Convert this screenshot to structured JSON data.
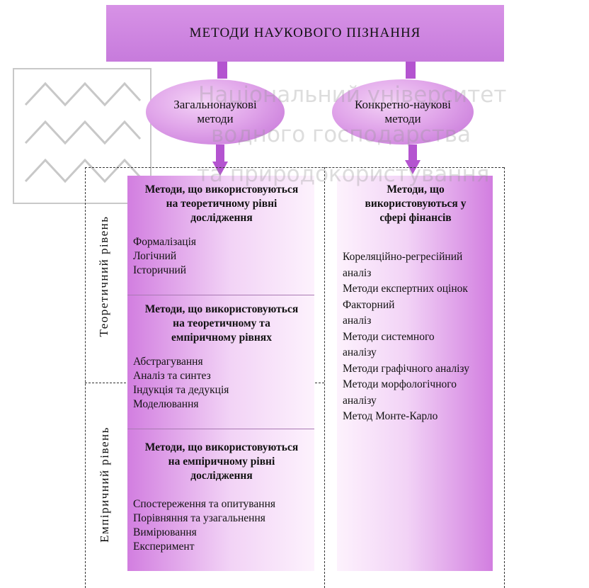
{
  "title": "МЕТОДИ  НАУКОВОГО  ПІЗНАННЯ",
  "watermark": {
    "lines": [
      "Національний університет",
      "водного господарства",
      "та природокористування"
    ]
  },
  "ellipses": {
    "left": [
      "Загальнонаукові",
      "методи"
    ],
    "right": [
      "Конкретно-наукові",
      "методи"
    ]
  },
  "level_labels": {
    "theoretical": "Теоретичний рівень",
    "empirical": "Емпіричний рівень"
  },
  "sections": [
    {
      "title": [
        "Методи, що використовуються",
        "на теоретичному рівні",
        "дослідження"
      ],
      "items": [
        "Формалізація",
        "Логічний",
        "Історичний"
      ]
    },
    {
      "title": [
        "Методи, що використовуються",
        "на теоретичному та",
        "емпіричному рівнях"
      ],
      "items": [
        "Абстрагування",
        "Аналіз та синтез",
        "Індукція та дедукція",
        "Моделювання"
      ]
    },
    {
      "title": [
        "Методи, що використовуються",
        "на емпіричному рівні",
        "дослідження"
      ],
      "items": [
        "Спостереження та опитування",
        "Порівняння та узагальнення",
        "Вимірювання",
        "Експеримент"
      ]
    }
  ],
  "finance": {
    "title": [
      "Методи, що",
      "використовуються у",
      "сфері фінансів"
    ],
    "items": [
      "Кореляційно-регресійний",
      "аналіз",
      "Методи експертних оцінок",
      "Факторний",
      "аналіз",
      "Методи системного",
      "аналізу",
      "Методи графічного аналізу",
      "Методи морфологічного",
      "аналізу",
      "Метод Монте-Карло"
    ]
  },
  "colors": {
    "title_fill": "#d08ae2",
    "arrow": "#b454d0",
    "box_dark": "#d27ee0",
    "box_light": "#fdf2fd"
  }
}
